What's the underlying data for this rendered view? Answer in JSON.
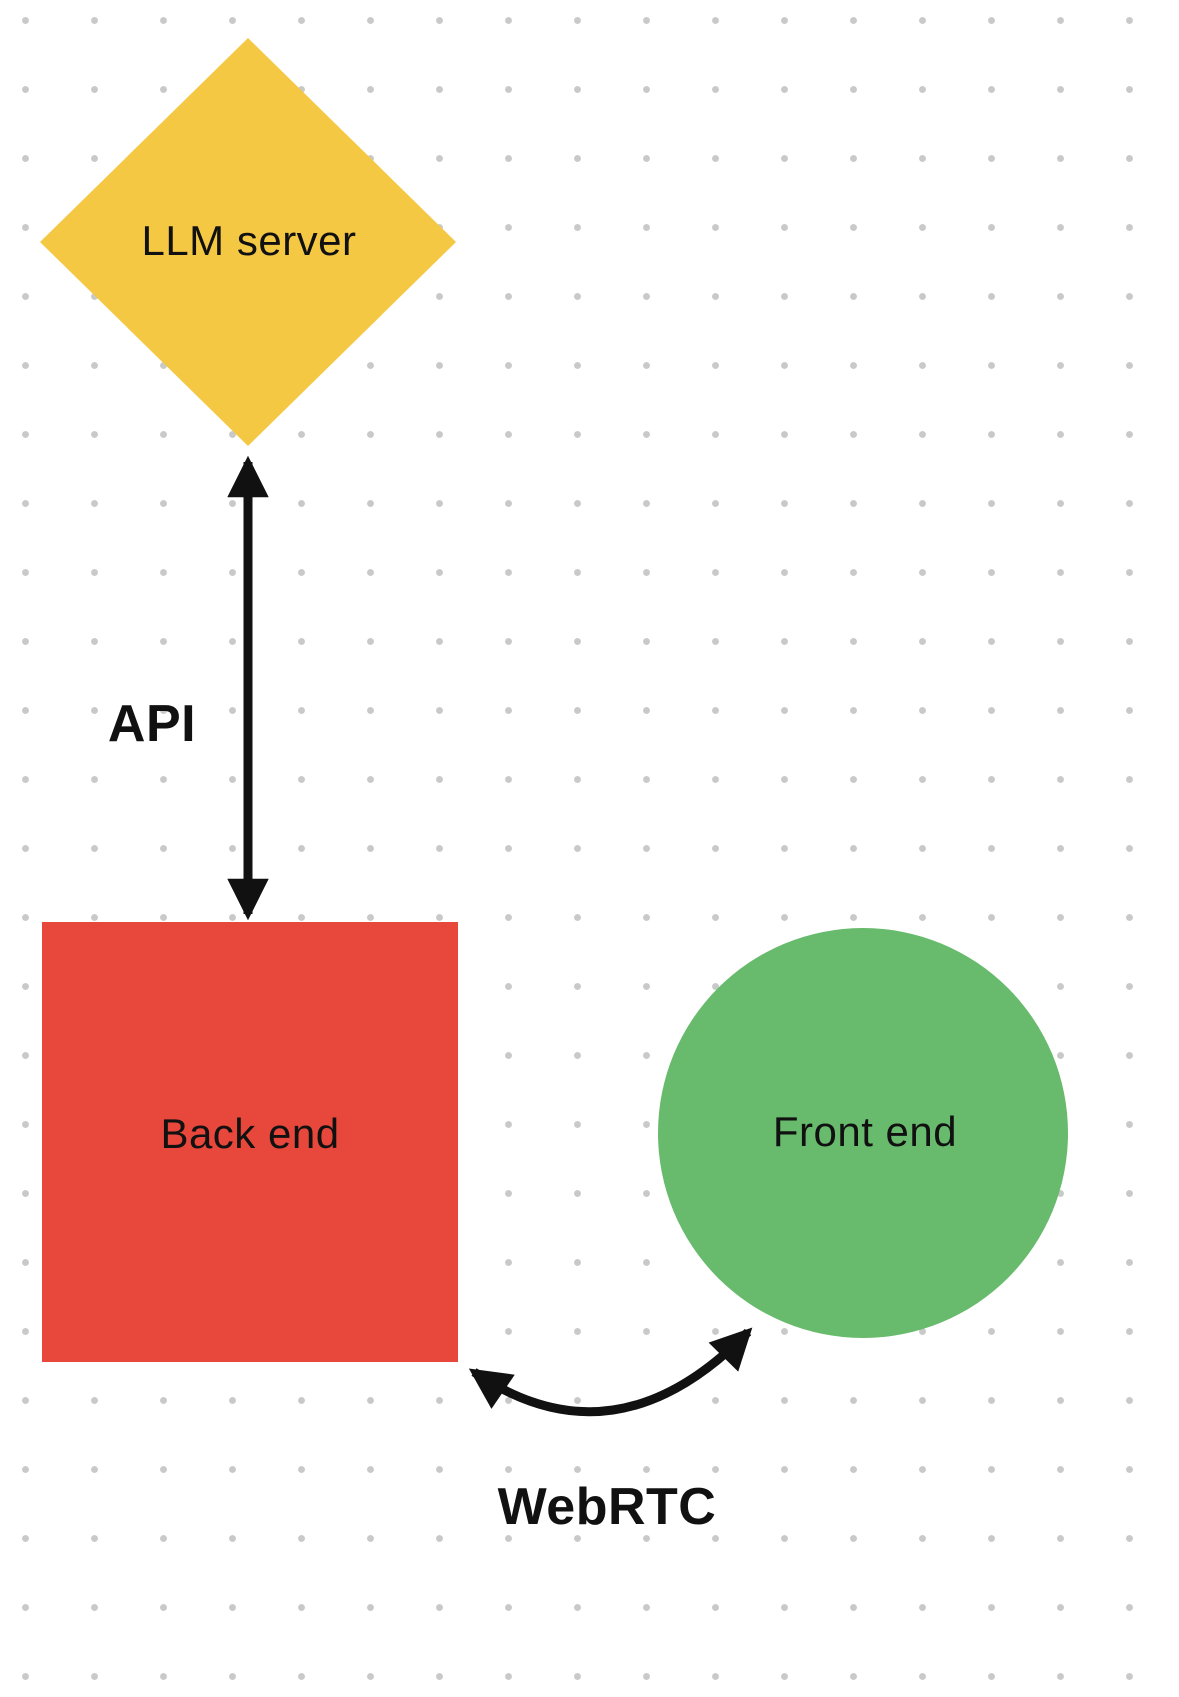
{
  "diagram": {
    "background": {
      "bg_color": "#ffffff",
      "dot_color": "#c9c9c9"
    },
    "nodes": [
      {
        "id": "llm-server",
        "shape": "diamond",
        "label": "LLM server",
        "color": "#f5c844"
      },
      {
        "id": "back-end",
        "shape": "square",
        "label": "Back end",
        "color": "#e8473c"
      },
      {
        "id": "front-end",
        "shape": "circle",
        "label": "Front end",
        "color": "#68ba6c"
      }
    ],
    "edges": [
      {
        "id": "api",
        "label": "API",
        "from": "llm-server",
        "to": "back-end",
        "style": "double-arrow-straight",
        "color": "#111111"
      },
      {
        "id": "webrtc",
        "label": "WebRTC",
        "from": "back-end",
        "to": "front-end",
        "style": "double-arrow-curved",
        "color": "#111111"
      }
    ]
  }
}
